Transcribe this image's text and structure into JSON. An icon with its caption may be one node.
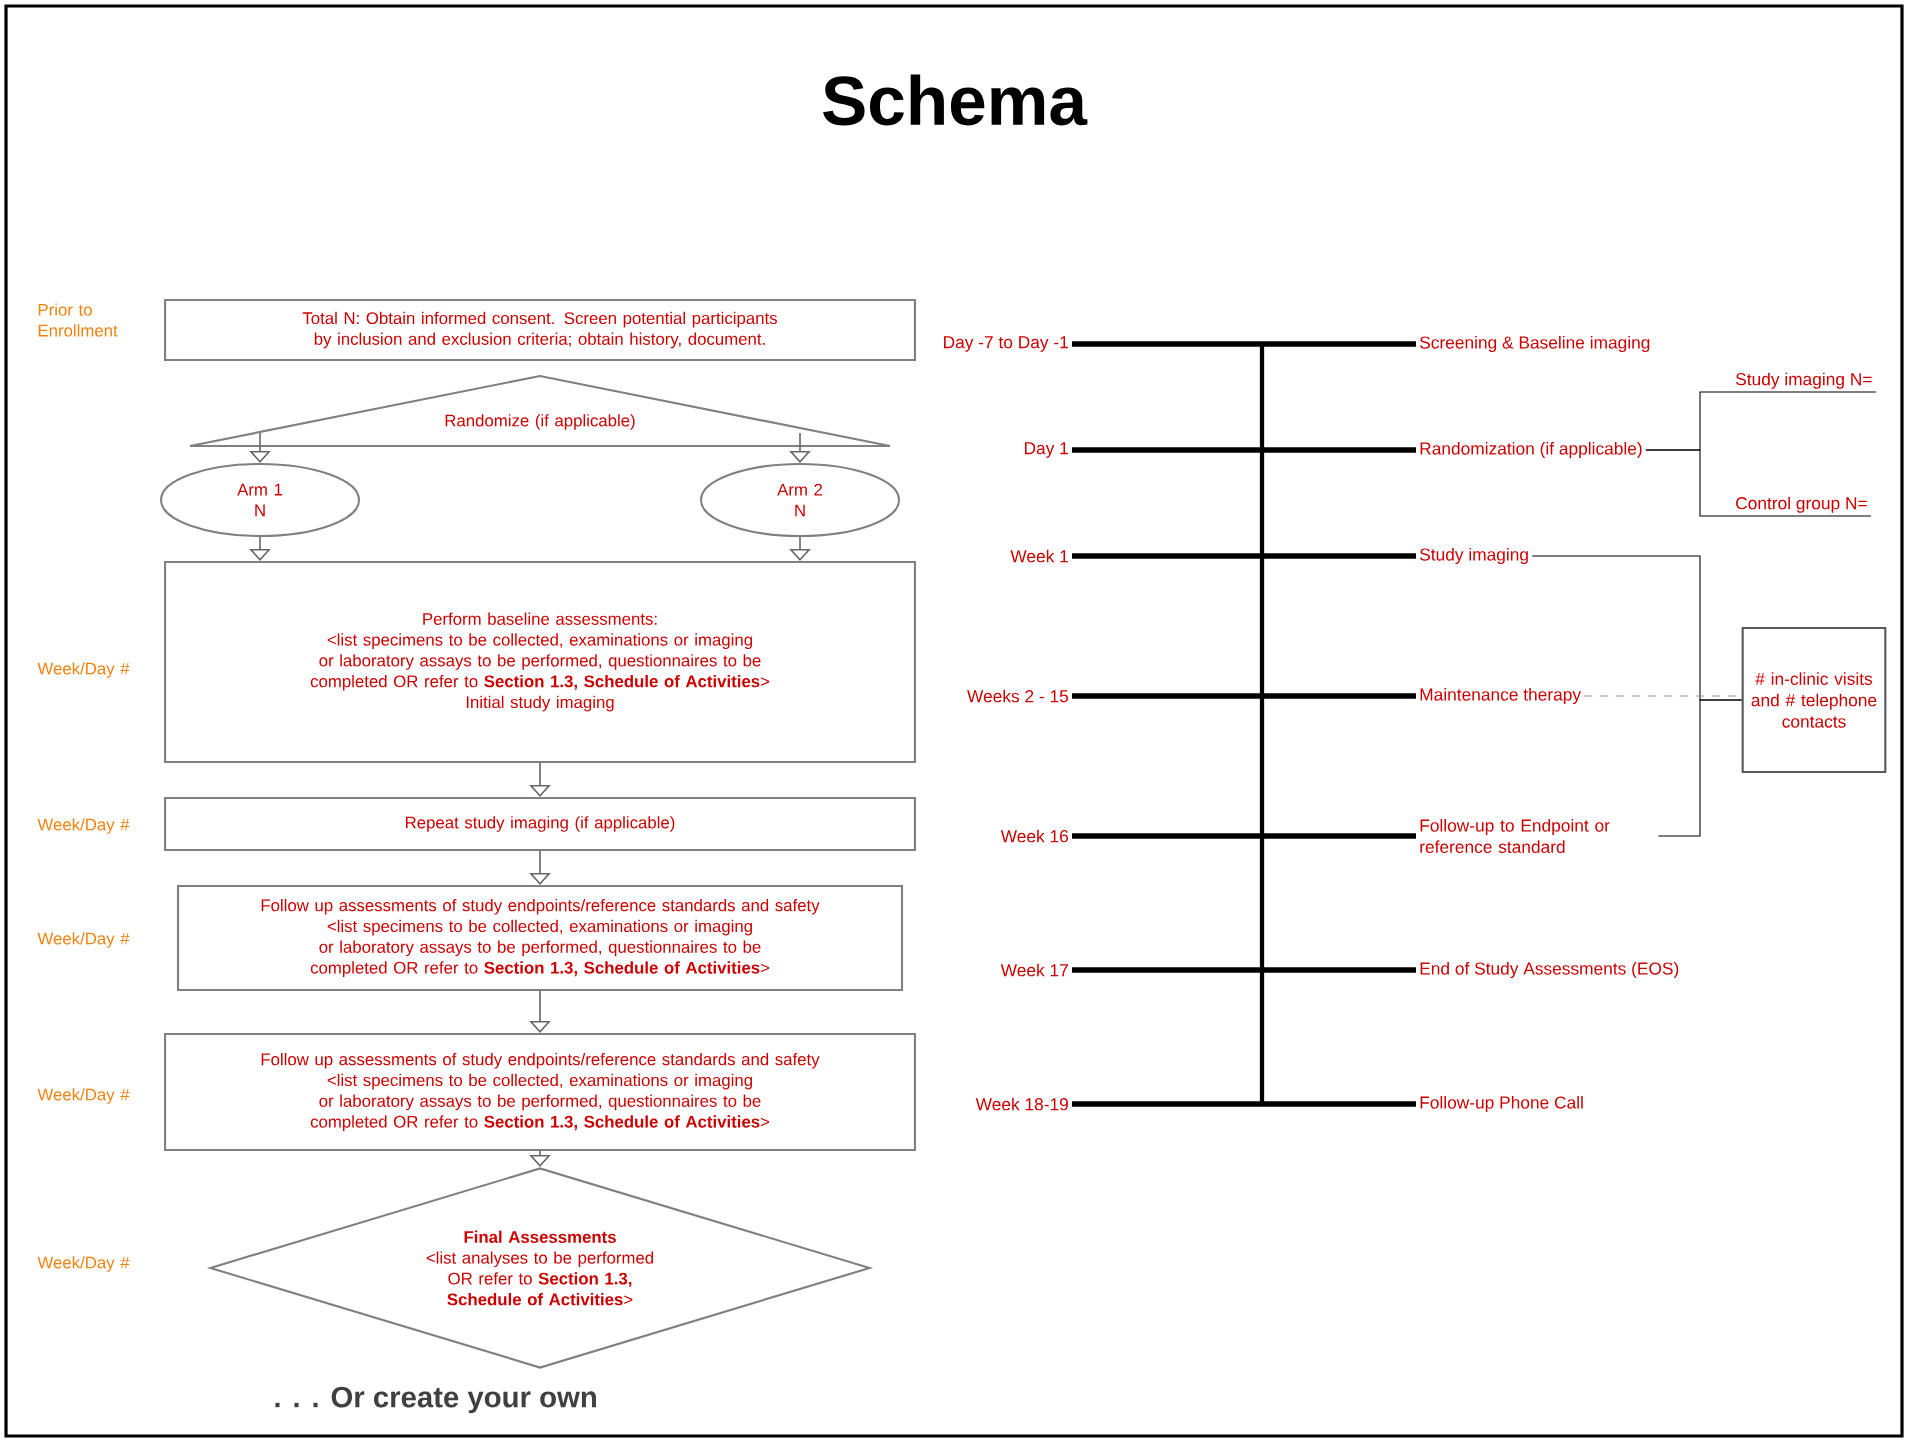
{
  "diagram": {
    "title": "Schema",
    "caption": ". . . Or create your own",
    "nodes": [
      {
        "text": [
          "Total N: Obtain informed consent. Screen potential participants by inclusion and exclusion criteria; obtain history, document."
        ],
        "beside": [
          "Prior to Enrollment"
        ]
      },
      {
        "text": [
          "Randomize (if applicable)"
        ]
      },
      {
        "text": [
          "Arm 1",
          "N"
        ]
      },
      {
        "text": [
          "Arm 2",
          "N"
        ]
      },
      {
        "text": [
          "Perform baseline assessments:",
          "<list specimens to be collected, examinations or imaging or laboratory assays to be performed, questionnaires to be completed OR refer to **Section 1.3, Schedule of Activities**>",
          "Initial study imaging"
        ],
        "beside": [
          "Week/Day #"
        ]
      },
      {
        "text": [
          "Repeat study imaging (if applicable)"
        ],
        "beside": [
          "Week/Day #"
        ]
      },
      {
        "text": [
          "Follow up assessments of study endpoints/reference standards and safety",
          "<list specimens to be collected, examinations or imaging or laboratory assays to be performed, questionnaires to be completed OR refer to **Section 1.3, Schedule of Activities**>"
        ],
        "beside": [
          "Week/Day #"
        ]
      },
      {
        "text": [
          "Follow up assessments of study endpoints/reference standards and safety",
          "<list specimens to be collected, examinations or imaging or laboratory assays to be performed, questionnaires to be completed OR refer to **Section 1.3, Schedule of Activities**>"
        ],
        "beside": [
          "Week/Day #"
        ]
      },
      {
        "text": [
          "Final Assessments",
          "<list analyses to be performed OR refer to **Section 1.3, Schedule of Activities**>"
        ]
      },
      {
        "text": [
          "Day -7 to Day -1"
        ]
      },
      {
        "text": [
          "Day 1"
        ]
      },
      {
        "text": [
          "Week 1"
        ]
      },
      {
        "text": [
          "Weeks 2 - 15"
        ]
      },
      {
        "text": [
          "Week 16"
        ]
      },
      {
        "text": [
          "Week 17"
        ]
      },
      {
        "text": [
          "Week 18-19"
        ]
      },
      {
        "text": [
          "Screening & Baseline imaging"
        ]
      },
      {
        "text": [
          "Randomization (if applicable)"
        ]
      },
      {
        "text": [
          "Study imaging"
        ]
      },
      {
        "text": [
          "Maintenance therapy"
        ]
      },
      {
        "text": [
          "Follow-up to Endpoint or reference standard"
        ]
      },
      {
        "text": [
          "End of Study Assessments (EOS)"
        ]
      },
      {
        "text": [
          "Follow-up Phone Call"
        ]
      },
      {
        "text": [
          "Study imaging N="
        ]
      },
      {
        "text": [
          "Control group N="
        ]
      },
      {
        "text": [
          "# in-clinic visits and # telephone contacts"
        ]
      }
    ],
    "edges": [
      {
        "from": 1,
        "to": 2,
        "arrow": "to",
        "color": "#666666"
      },
      {
        "from": 1,
        "to": 3,
        "arrow": "to",
        "color": "#666666"
      },
      {
        "from": 2,
        "to": 4,
        "arrow": "to",
        "color": "#666666"
      },
      {
        "from": 3,
        "to": 4,
        "arrow": "to",
        "color": "#666666"
      },
      {
        "from": 4,
        "to": 5,
        "arrow": "to",
        "color": "#666666"
      },
      {
        "from": 5,
        "to": 6,
        "arrow": "to",
        "color": "#666666"
      },
      {
        "from": 6,
        "to": 7,
        "arrow": "to",
        "color": "#666666"
      },
      {
        "from": 7,
        "to": 8,
        "arrow": "to",
        "color": "#666666"
      },
      {
        "from": 9,
        "to": 16,
        "arrow": "none",
        "style": "thick"
      },
      {
        "from": 10,
        "to": 17,
        "arrow": "none",
        "style": "thick"
      },
      {
        "from": 11,
        "to": 18,
        "arrow": "none",
        "style": "thick"
      },
      {
        "from": 12,
        "to": 19,
        "arrow": "none",
        "style": "thick"
      },
      {
        "from": 13,
        "to": 20,
        "arrow": "none",
        "style": "thick"
      },
      {
        "from": 14,
        "to": 21,
        "arrow": "none",
        "style": "thick"
      },
      {
        "from": 15,
        "to": 22,
        "arrow": "none",
        "style": "thick"
      },
      {
        "from": 17,
        "to": 23,
        "arrow": "none"
      },
      {
        "from": 17,
        "to": 24,
        "arrow": "none"
      },
      {
        "from": 18,
        "to": 25,
        "arrow": "none"
      },
      {
        "from": 19,
        "to": 25,
        "arrow": "none",
        "style": "dashed",
        "color": "#909090"
      },
      {
        "from": 20,
        "to": 25,
        "arrow": "none"
      }
    ],
    "labels": [
      "Week/Day #"
    ]
  }
}
